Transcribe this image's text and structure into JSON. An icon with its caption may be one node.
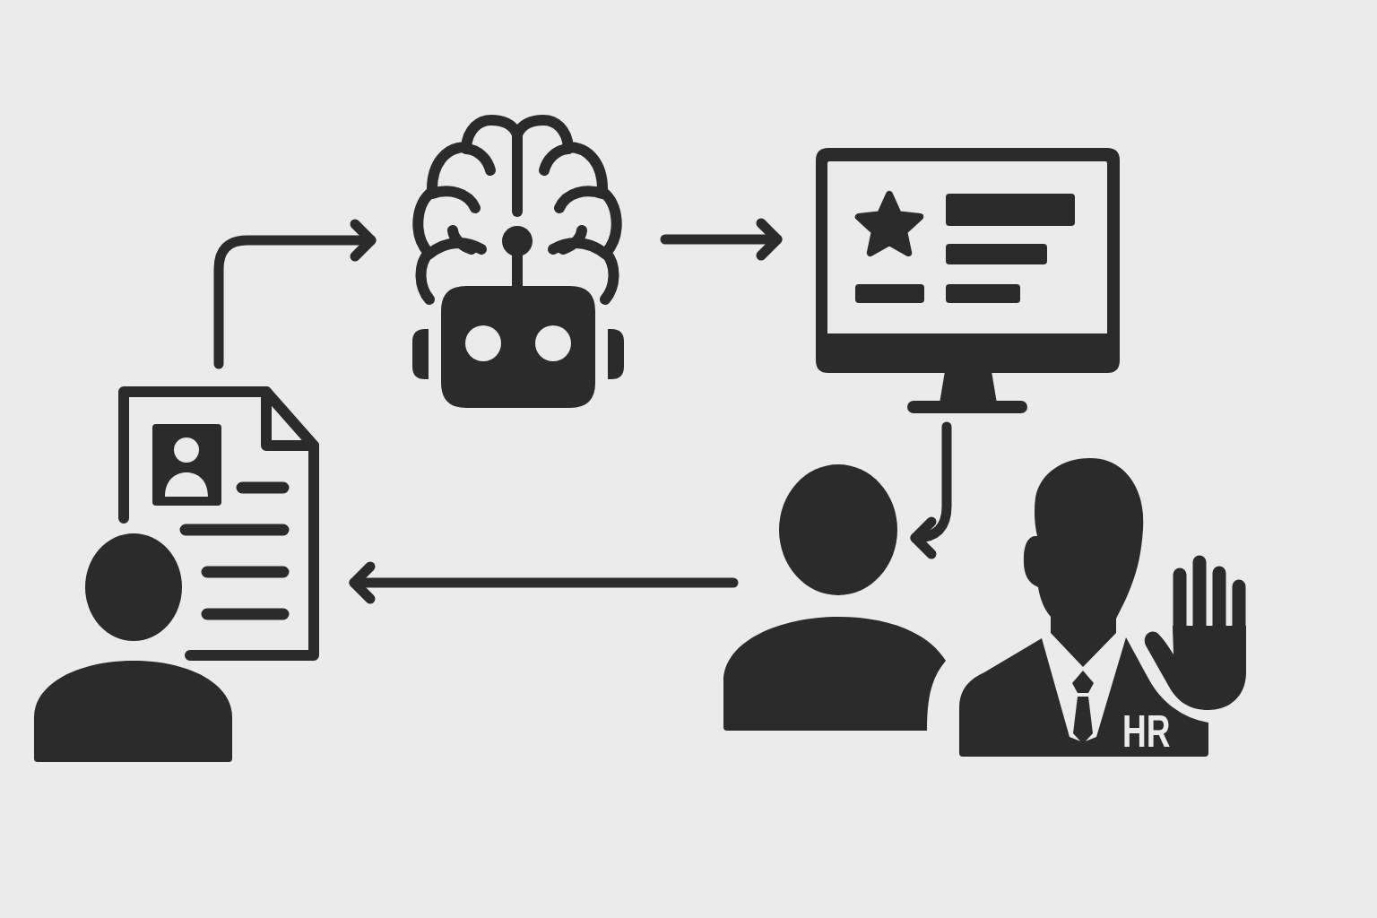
{
  "diagram": {
    "nodes": [
      {
        "text": [],
        "shape": "picture"
      },
      {
        "text": [],
        "shape": "picture"
      },
      {
        "text": [],
        "shape": "picture"
      },
      {
        "text": [],
        "shape": "person"
      },
      {
        "text": [
          "HR"
        ]
      }
    ],
    "edges": [
      {
        "from": 0,
        "to": 1,
        "arrow": "to"
      },
      {
        "from": 1,
        "to": 2,
        "arrow": "to"
      },
      {
        "from": 2,
        "to": 3,
        "arrow": "to"
      },
      {
        "from": 3,
        "to": 0,
        "arrow": "to"
      }
    ]
  }
}
